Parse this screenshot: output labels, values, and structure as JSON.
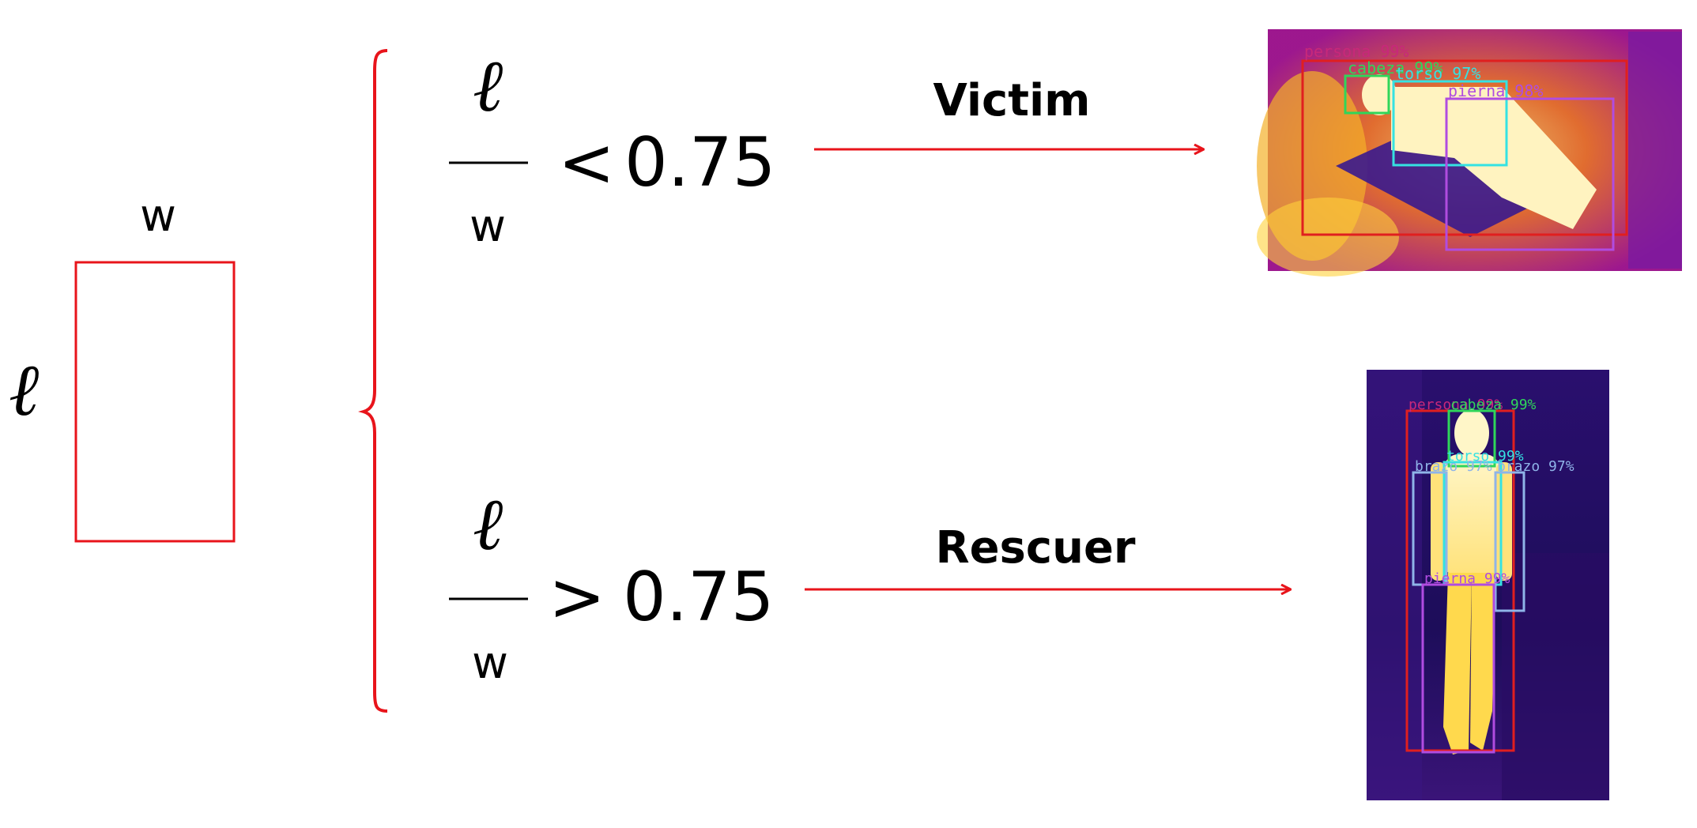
{
  "box": {
    "width_label": "w",
    "length_label": "ℓ"
  },
  "rules": [
    {
      "numerator": "ℓ",
      "denominator": "w",
      "operator": "<",
      "threshold": "0.75",
      "result": "Victim",
      "detections": [
        "persona 99%",
        "cabeza 99%",
        "torso 97%",
        "pierna 98%"
      ]
    },
    {
      "numerator": "ℓ",
      "denominator": "w",
      "operator": ">",
      "threshold": "0.75",
      "result": "Rescuer",
      "detections": [
        "persona 99%",
        "cabeza 99%",
        "torso 99%",
        "brazo 97%",
        "brazo 97%",
        "pierna 99%"
      ]
    }
  ],
  "colors": {
    "accent": "#e8141b",
    "thermal_dark": "#1a0a5c",
    "thermal_mid": "#8a1fa8",
    "thermal_hot": "#ffd23a"
  }
}
